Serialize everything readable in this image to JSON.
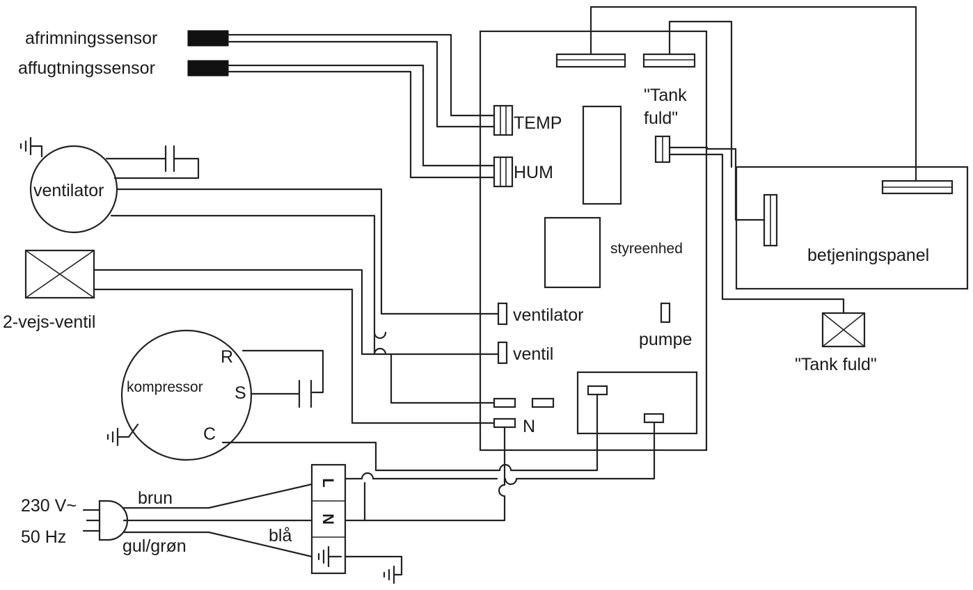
{
  "labels": {
    "defrost_sensor": "afrimningssensor",
    "dehum_sensor": "affugtningssensor",
    "temp": "TEMP",
    "hum": "HUM",
    "tank_full_top_1": "\"Tank",
    "tank_full_top_2": "fuld\"",
    "fan": "ventilator",
    "control_unit": "styreenhed",
    "control_panel": "betjeningspanel",
    "two_way_valve": "2-vejs-ventil",
    "board_fan": "ventilator",
    "board_valve": "ventil",
    "pump": "pumpe",
    "tank_full_bottom": "\"Tank fuld\"",
    "compressor": "kompressor",
    "pin_r": "R",
    "pin_s": "S",
    "pin_c": "C",
    "neutral": "N",
    "voltage": "230 V~",
    "frequency": "50 Hz",
    "brown": "brun",
    "blue": "blå",
    "yellow_green": "gul/grøn",
    "terminal_l": "L",
    "terminal_n": "N"
  }
}
